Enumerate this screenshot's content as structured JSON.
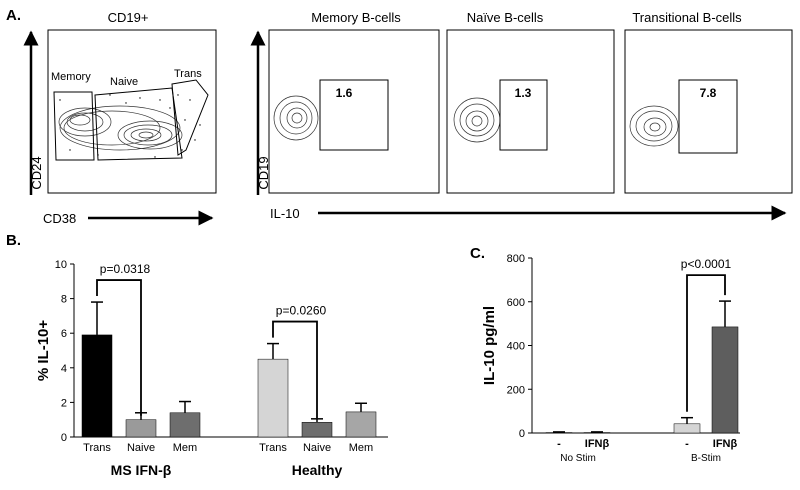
{
  "panels": {
    "a_label": "A.",
    "b_label": "B.",
    "c_label": "C."
  },
  "flow": {
    "cd19_title": "CD19+",
    "y_axis_cd24": "CD24",
    "x_axis_cd38": "CD38",
    "gate_memory": "Memory",
    "gate_naive": "Naive",
    "gate_trans": "Trans",
    "memory_title": "Memory B-cells",
    "naive_title": "Naïve B-cells",
    "transitional_title": "Transitional B-cells",
    "y_axis_cd19": "CD19",
    "x_axis_il10": "IL-10",
    "memory_pct": "1.6",
    "naive_pct": "1.3",
    "transitional_pct": "7.8"
  },
  "chart_data": [
    {
      "type": "bar",
      "ylabel": "% IL-10+",
      "ylim": [
        0,
        10
      ],
      "yticks": [
        "0",
        "2",
        "4",
        "6",
        "8",
        "10"
      ],
      "groups": [
        {
          "name": "MS IFN-β",
          "categories": [
            "Trans",
            "Naive",
            "Mem"
          ],
          "values": [
            5.9,
            1.0,
            1.4
          ],
          "errors": [
            1.9,
            0.4,
            0.65
          ],
          "colors": [
            "#000000",
            "#9a9a9a",
            "#6e6e6e"
          ],
          "pvalue": "p=0.0318"
        },
        {
          "name": "Healthy",
          "categories": [
            "Trans",
            "Naive",
            "Mem"
          ],
          "values": [
            4.5,
            0.85,
            1.45
          ],
          "errors": [
            0.9,
            0.2,
            0.5
          ],
          "colors": [
            "#d5d5d5",
            "#6e6e6e",
            "#a6a6a6"
          ],
          "pvalue": "p=0.0260"
        }
      ]
    },
    {
      "type": "bar",
      "ylabel": "IL-10 pg/ml",
      "ylim": [
        0,
        800
      ],
      "yticks": [
        "0",
        "200",
        "400",
        "600",
        "800"
      ],
      "groups": [
        {
          "name": "No Stim",
          "categories": [
            "-",
            "IFNβ"
          ],
          "values": [
            2,
            2
          ],
          "errors": [
            3,
            3
          ],
          "colors": [
            "#d5d5d5",
            "#5e5e5e"
          ]
        },
        {
          "name": "B-Stim",
          "categories": [
            "-",
            "IFNβ"
          ],
          "values": [
            42,
            485
          ],
          "errors": [
            28,
            118
          ],
          "colors": [
            "#d5d5d5",
            "#5e5e5e"
          ],
          "pvalue": "p<0.0001"
        }
      ]
    }
  ]
}
